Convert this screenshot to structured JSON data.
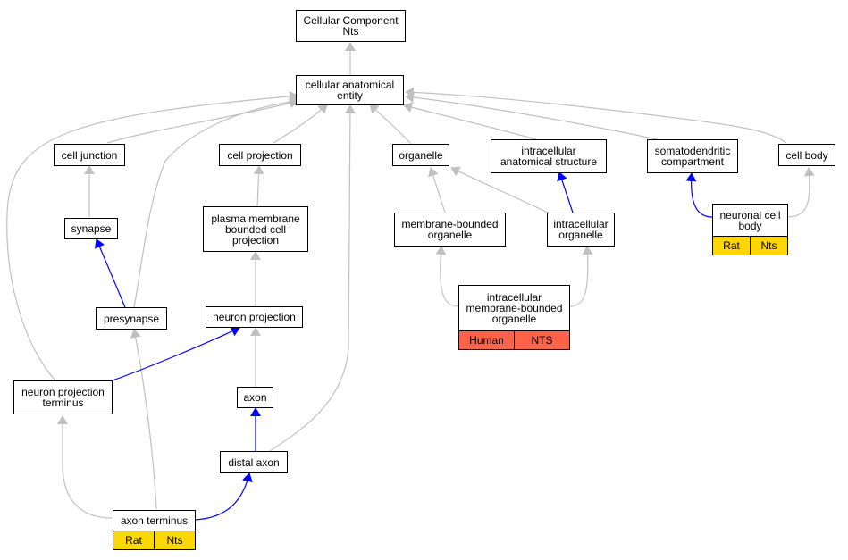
{
  "colors": {
    "edge_gray": "#c0c0c0",
    "edge_blue": "#0000ff",
    "tag_rat": "#ffd700",
    "tag_human": "#ff6347"
  },
  "nodes": {
    "cellular_component": {
      "label": "Cellular Component\nNts"
    },
    "cellular_anatomical_entity": {
      "label": "cellular anatomical\nentity"
    },
    "cell_junction": {
      "label": "cell junction"
    },
    "cell_projection": {
      "label": "cell projection"
    },
    "organelle": {
      "label": "organelle"
    },
    "intracellular_anatomical_structure": {
      "label": "intracellular\nanatomical structure"
    },
    "somatodendritic_compartment": {
      "label": "somatodendritic\ncompartment"
    },
    "cell_body": {
      "label": "cell body"
    },
    "synapse": {
      "label": "synapse"
    },
    "plasma_membrane_bounded_cell_projection": {
      "label": "plasma membrane\nbounded cell\nprojection"
    },
    "membrane_bounded_organelle": {
      "label": "membrane-bounded\norganelle"
    },
    "intracellular_organelle": {
      "label": "intracellular\norganelle"
    },
    "neuronal_cell_body": {
      "label": "neuronal cell\nbody",
      "tags": [
        "Rat",
        "Nts"
      ]
    },
    "presynapse": {
      "label": "presynapse"
    },
    "neuron_projection": {
      "label": "neuron projection"
    },
    "intracellular_membrane_bounded_organelle": {
      "label": "intracellular\nmembrane-bounded\norganelle",
      "tags": [
        "Human",
        "NTS"
      ]
    },
    "neuron_projection_terminus": {
      "label": "neuron projection\nterminus"
    },
    "axon": {
      "label": "axon"
    },
    "distal_axon": {
      "label": "distal axon"
    },
    "axon_terminus": {
      "label": "axon terminus",
      "tags": [
        "Rat",
        "Nts"
      ]
    }
  }
}
